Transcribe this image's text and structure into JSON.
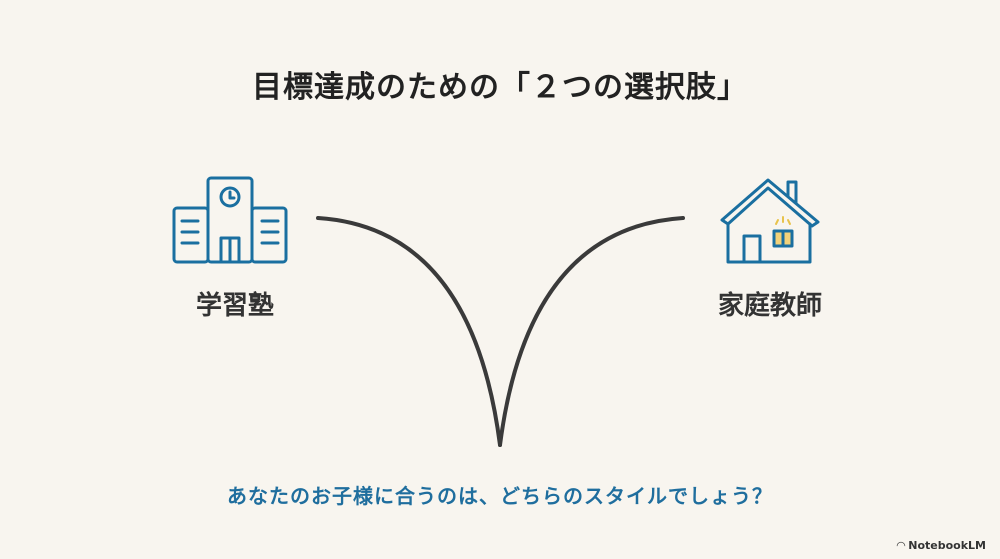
{
  "title": "目標達成のための「２つの選択肢」",
  "options": [
    {
      "label": "学習塾",
      "icon": "school-building-icon"
    },
    {
      "label": "家庭教師",
      "icon": "house-icon"
    }
  ],
  "question": "あなたのお子様に合うのは、どちらのスタイルでしょう？",
  "brand": "NotebookLM",
  "colors": {
    "accent": "#1a6fa0",
    "question": "#1f6e9e",
    "curve": "#3a3a3a",
    "window": "#f2d27a"
  }
}
